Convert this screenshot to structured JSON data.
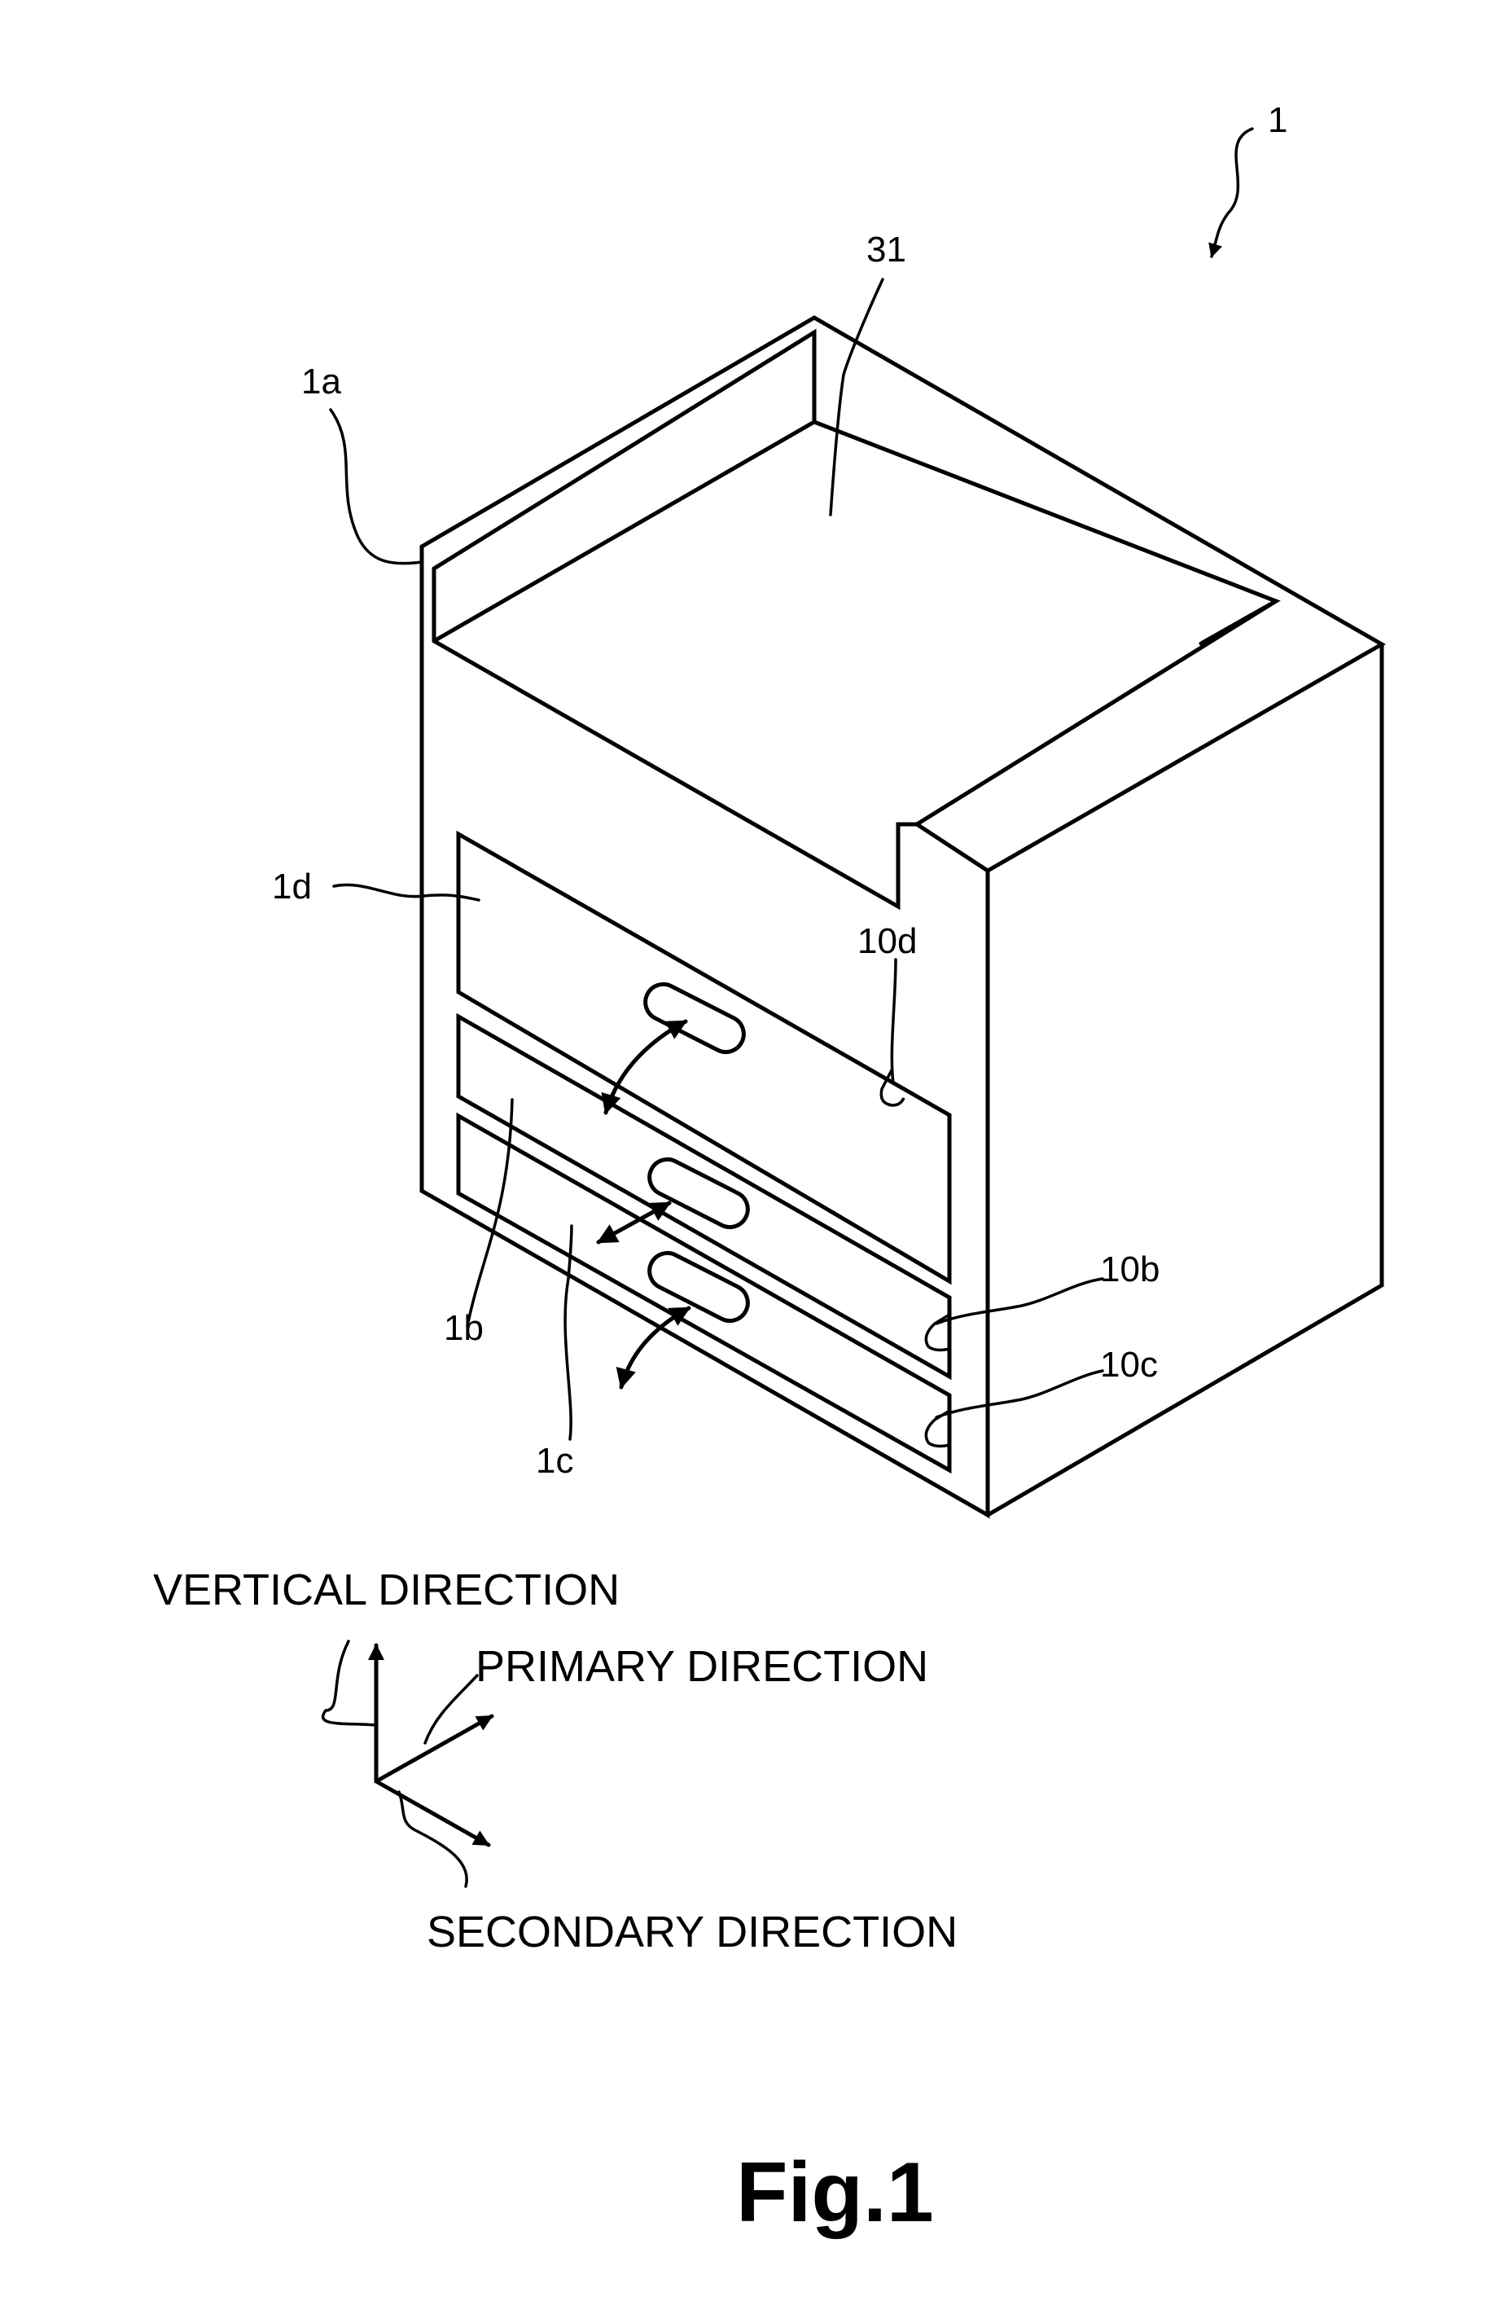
{
  "reference_labels": {
    "device": "1",
    "top_tray": "31",
    "top_wall": "1a",
    "upper_drawer": "1d",
    "upper_drawer_handle": "10d",
    "middle_drawer": "1b",
    "lower_drawer": "1c",
    "middle_drawer_handle": "10b",
    "lower_drawer_handle": "10c"
  },
  "axes": {
    "vertical": "VERTICAL DIRECTION",
    "primary": "PRIMARY DIRECTION",
    "secondary": "SECONDARY DIRECTION"
  },
  "caption": "Fig.1"
}
